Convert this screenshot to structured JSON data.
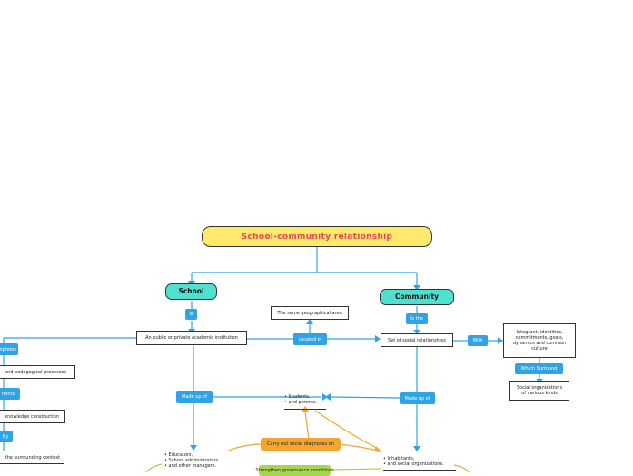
{
  "root": {
    "label": "School-community relationship"
  },
  "school": {
    "label": "School",
    "is_chip": "Is",
    "definition": "An public or private academic institution",
    "made_up_of_chip": "Made up of",
    "members": [
      "• Educators,",
      "• School administrators,",
      "• and other managers."
    ],
    "left_branch": {
      "completes_chip": "mpletes",
      "processes": "and pedagogical processes",
      "orients_chip": "rients",
      "construction": "knowledge construction",
      "by_chip": "By",
      "context": "the surrounding context"
    }
  },
  "community": {
    "label": "Community",
    "is_the_chip": "Is the",
    "definition": "Set of social relationships",
    "with_chip": "With",
    "with_box": "Integrant, identities, commitments, goals, dynamics and common culture",
    "which_surround_chip": "Which Surround",
    "social_orgs": "Social organizations of various kinds",
    "made_up_of_chip": "Made up of",
    "members": [
      "• Inhabitants,",
      "• and social organizations."
    ]
  },
  "shared": {
    "located_in_chip": "Located in",
    "geo_area": "The same geographical area",
    "students": [
      "• Students,",
      "• and parents."
    ],
    "carry_out": "Carry out social diagnoses on",
    "strengthen": "Strengthen governance conditions"
  },
  "colors": {
    "connector_blue": "#2fa3e6",
    "connector_orange": "#f2a531",
    "connector_green": "#a5d64c",
    "root_fill": "#ffea6b",
    "root_text": "#e8445a",
    "main_fill": "#4fe0cf"
  }
}
